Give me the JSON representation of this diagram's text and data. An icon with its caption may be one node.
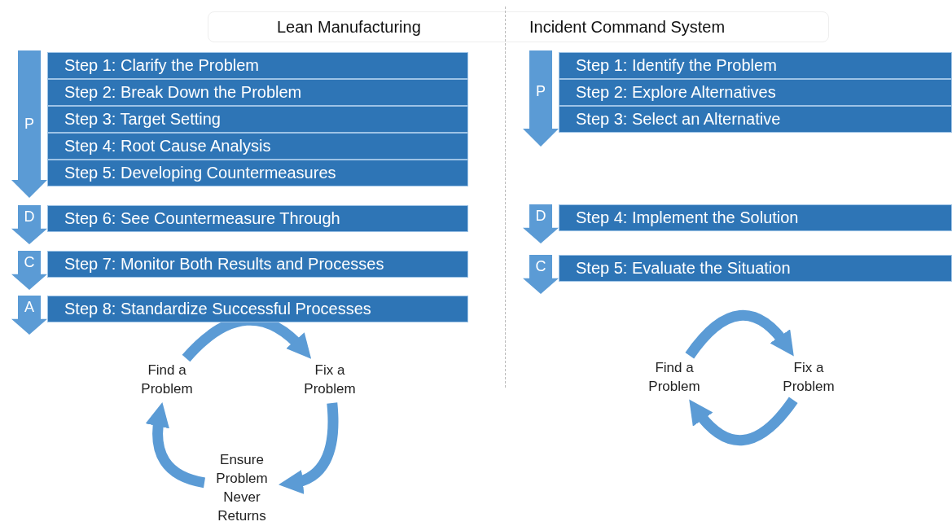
{
  "diagram": {
    "nodes": [
      {
        "text": [
          "P"
        ]
      },
      {
        "text": [
          "Step 1: Clarify the Problem"
        ]
      },
      {
        "text": [
          "Step 2: Break Down the Problem"
        ]
      },
      {
        "text": [
          "Step 3: Target Setting"
        ]
      },
      {
        "text": [
          "Step 4: Root Cause Analysis"
        ]
      },
      {
        "text": [
          "Step 5: Developing Countermeasures"
        ]
      },
      {
        "text": [
          "D"
        ]
      },
      {
        "text": [
          "Step 6: See Countermeasure Through"
        ]
      },
      {
        "text": [
          "C"
        ]
      },
      {
        "text": [
          "Step 7: Monitor Both Results and Processes"
        ]
      },
      {
        "text": [
          "A"
        ]
      },
      {
        "text": [
          "Step 8: Standardize Successful Processes"
        ]
      },
      {
        "text": [
          "Find a Problem"
        ]
      },
      {
        "text": [
          "Fix a Problem"
        ]
      },
      {
        "text": [
          "Ensure Problem Never Returns"
        ]
      },
      {
        "text": [
          "P"
        ]
      },
      {
        "text": [
          "Step 1: Identify the Problem"
        ]
      },
      {
        "text": [
          "Step 2: Explore Alternatives"
        ]
      },
      {
        "text": [
          "Step 3: Select an Alternative"
        ]
      },
      {
        "text": [
          "D"
        ]
      },
      {
        "text": [
          "Step 4: Implement the Solution"
        ]
      },
      {
        "text": [
          "C"
        ]
      },
      {
        "text": [
          "Step 5: Evaluate the Situation"
        ]
      },
      {
        "text": [
          "Find a Problem"
        ]
      },
      {
        "text": [
          "Fix a Problem"
        ]
      }
    ],
    "edges": [
      {
        "from": 12,
        "to": 13,
        "arrow": "to"
      },
      {
        "from": 13,
        "to": 14,
        "arrow": "to"
      },
      {
        "from": 14,
        "to": 12,
        "arrow": "to"
      },
      {
        "from": 23,
        "to": 24,
        "arrow": "to"
      },
      {
        "from": 24,
        "to": 23,
        "arrow": "to"
      }
    ],
    "labels": [
      "Lean Manufacturing",
      "Incident Command System"
    ]
  }
}
